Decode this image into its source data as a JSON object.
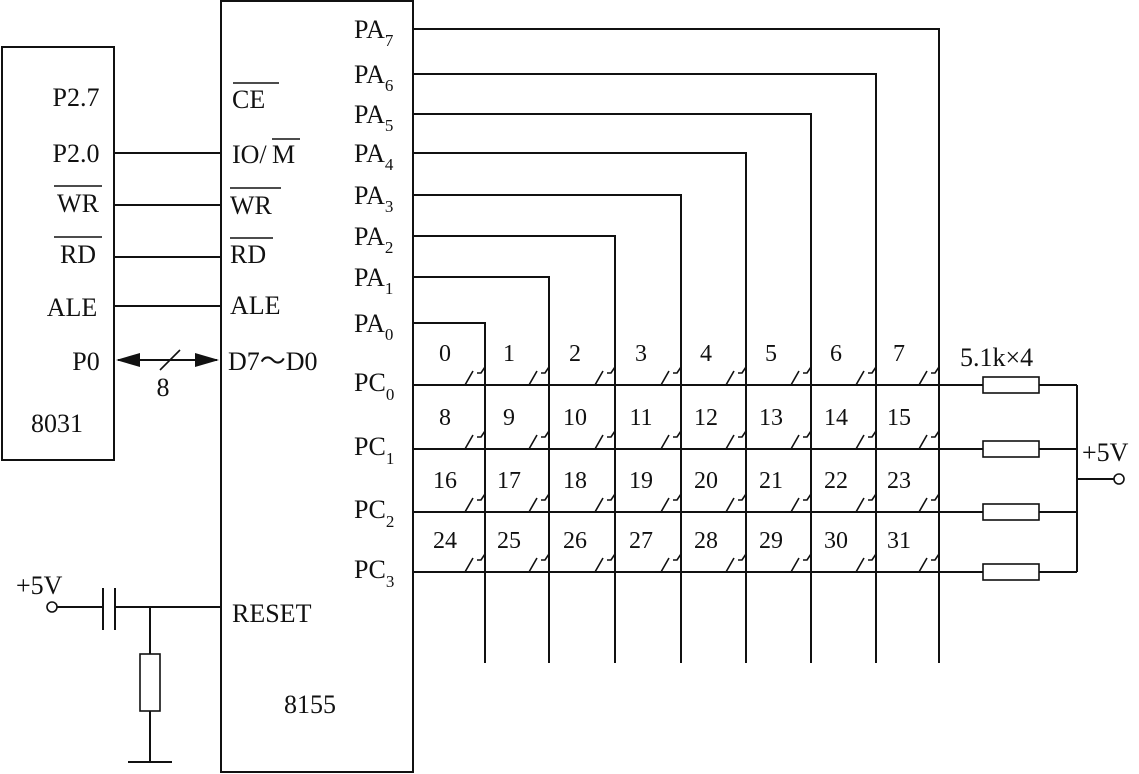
{
  "mcu": {
    "name": "8031",
    "pins": [
      "P2.7",
      "P2.0",
      "WR",
      "RD",
      "ALE",
      "P0"
    ],
    "overline_pins": [
      "WR",
      "RD"
    ]
  },
  "chip": {
    "name": "8155",
    "left_pins": [
      "CE",
      "IO/",
      "M",
      "WR",
      "RD",
      "ALE",
      "D7～D0",
      "RESET"
    ],
    "bus_width": "8"
  },
  "ports": {
    "pa_prefix": "PA",
    "pa_indices": [
      "0",
      "1",
      "2",
      "3",
      "4",
      "5",
      "6",
      "7"
    ],
    "pc_prefix": "PC",
    "pc_indices": [
      "0",
      "1",
      "2",
      "3"
    ]
  },
  "keys": [
    "0",
    "1",
    "2",
    "3",
    "4",
    "5",
    "6",
    "7",
    "8",
    "9",
    "10",
    "11",
    "12",
    "13",
    "14",
    "15",
    "16",
    "17",
    "18",
    "19",
    "20",
    "21",
    "22",
    "23",
    "24",
    "25",
    "26",
    "27",
    "28",
    "29",
    "30",
    "31"
  ],
  "resistor_label": "5.1k×4",
  "supply_right": "+5V",
  "supply_left": "+5V"
}
